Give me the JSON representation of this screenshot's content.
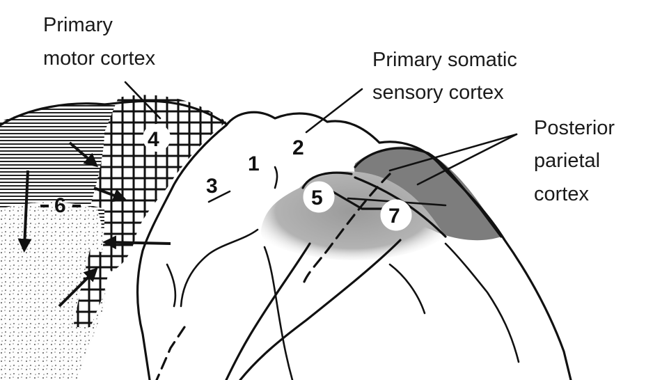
{
  "diagram": {
    "labels": {
      "primary_motor": [
        "Primary",
        "motor cortex"
      ],
      "primary_somatic": [
        "Primary somatic",
        "sensory cortex"
      ],
      "posterior_parietal": [
        "Posterior",
        "parietal",
        "cortex"
      ]
    },
    "areas": [
      "4",
      "6",
      "3",
      "1",
      "2",
      "5",
      "7"
    ],
    "colors": {
      "ink": "#111111",
      "parietal_dark": "#7a7a7a",
      "parietal_light": "#a8a8a8",
      "background": "#ffffff"
    }
  }
}
